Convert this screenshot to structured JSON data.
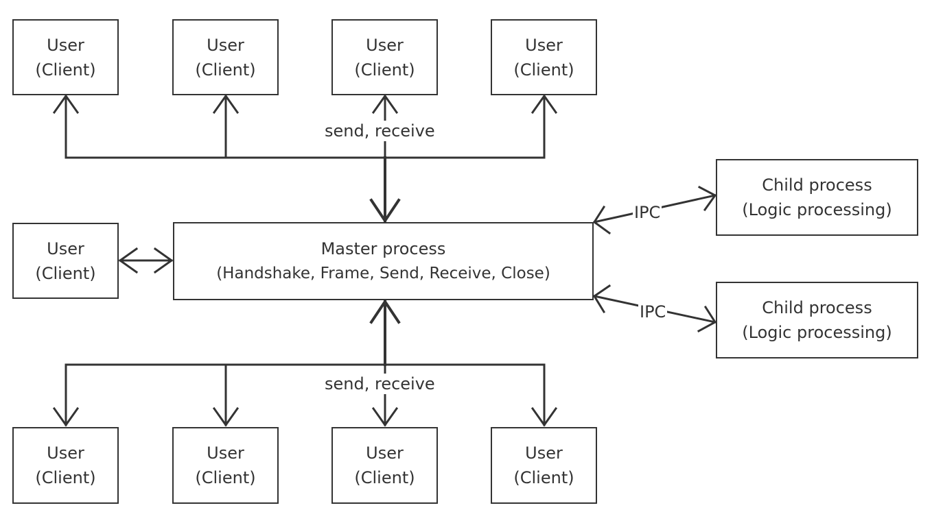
{
  "diagram": {
    "top_clients": [
      {
        "line1": "User",
        "line2": "(Client)"
      },
      {
        "line1": "User",
        "line2": "(Client)"
      },
      {
        "line1": "User",
        "line2": "(Client)"
      },
      {
        "line1": "User",
        "line2": "(Client)"
      }
    ],
    "left_client": {
      "line1": "User",
      "line2": "(Client)"
    },
    "bottom_clients": [
      {
        "line1": "User",
        "line2": "(Client)"
      },
      {
        "line1": "User",
        "line2": "(Client)"
      },
      {
        "line1": "User",
        "line2": "(Client)"
      },
      {
        "line1": "User",
        "line2": "(Client)"
      }
    ],
    "master": {
      "line1": "Master process",
      "line2": "(Handshake, Frame, Send, Receive, Close)"
    },
    "children": [
      {
        "line1": "Child process",
        "line2": "(Logic processing)"
      },
      {
        "line1": "Child process",
        "line2": "(Logic processing)"
      }
    ],
    "labels": {
      "top_bus": "send, receive",
      "bottom_bus": "send, receive",
      "ipc_1": "IPC",
      "ipc_2": "IPC"
    }
  }
}
